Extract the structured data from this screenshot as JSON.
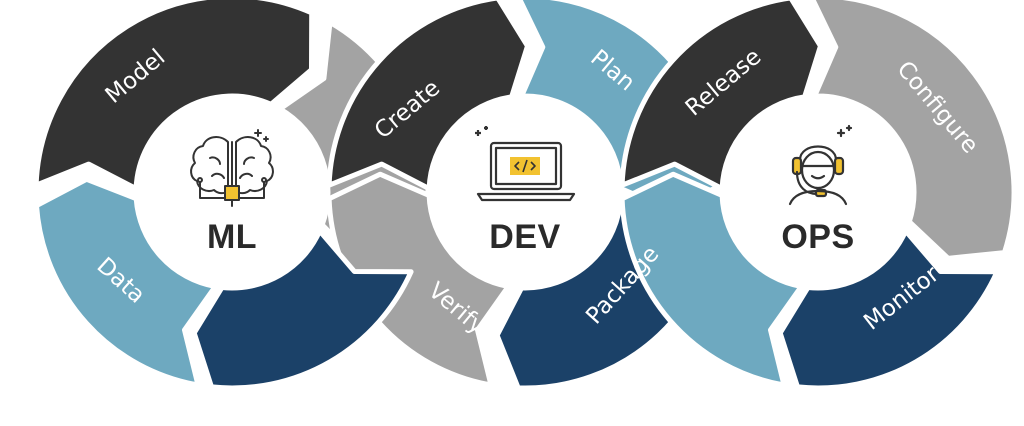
{
  "colors": {
    "dark": "#333333",
    "grey": "#a3a3a3",
    "light_blue": "#6ea9c0",
    "navy": "#1b4168",
    "hub": "#ffffff",
    "icon_line": "#333333",
    "icon_accent": "#f2c230"
  },
  "hubs": [
    {
      "id": "ml",
      "label": "ML",
      "icon": "brain-chip-icon"
    },
    {
      "id": "dev",
      "label": "DEV",
      "icon": "laptop-code-icon"
    },
    {
      "id": "ops",
      "label": "OPS",
      "icon": "support-agent-icon"
    }
  ],
  "segments": [
    {
      "ring": 0,
      "label": "Model",
      "color": "dark"
    },
    {
      "ring": 0,
      "label": "Data",
      "color": "light_blue"
    },
    {
      "ring": 1,
      "label": "Create",
      "color": "dark"
    },
    {
      "ring": 1,
      "label": "Plan",
      "color": "light_blue"
    },
    {
      "ring": 1,
      "label": "Verify",
      "color": "grey"
    },
    {
      "ring": 1,
      "label": "Package",
      "color": "navy"
    },
    {
      "ring": 2,
      "label": "Release",
      "color": "dark"
    },
    {
      "ring": 2,
      "label": "Configure",
      "color": "grey"
    },
    {
      "ring": 2,
      "label": "Monitor",
      "color": "navy"
    }
  ]
}
